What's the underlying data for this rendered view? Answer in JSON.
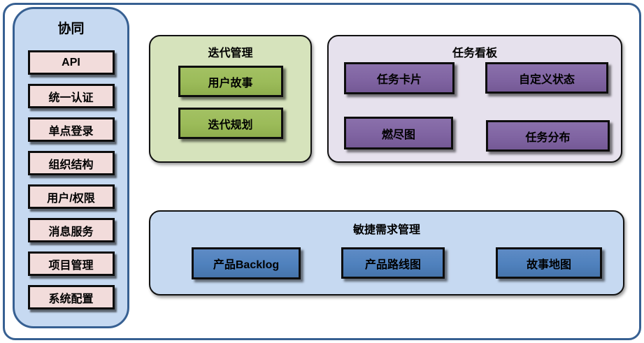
{
  "sidebar": {
    "title": "协同",
    "items": [
      "API",
      "统一认证",
      "单点登录",
      "组织结构",
      "用户/权限",
      "消息服务",
      "项目管理",
      "系统配置"
    ]
  },
  "panels": {
    "iteration": {
      "title": "迭代管理",
      "items": [
        "用户故事",
        "迭代规划"
      ]
    },
    "kanban": {
      "title": "任务看板",
      "items": [
        "任务卡片",
        "自定义状态",
        "燃尽图",
        "任务分布"
      ]
    },
    "requirements": {
      "title": "敏捷需求管理",
      "items": [
        "产品Backlog",
        "产品路线图",
        "故事地图"
      ]
    }
  },
  "colors": {
    "frame_border": "#376092",
    "sidebar_fill": "#c6d9f1",
    "sidebar_item_fill": "#f2dcdb",
    "iteration_panel_fill": "#d6e3bc",
    "iteration_box_fill": "#9bbb59",
    "kanban_panel_fill": "#e6e1ed",
    "kanban_box_fill": "#8064a2",
    "requirements_panel_fill": "#c6d9f1",
    "requirements_box_fill": "#4f81bd",
    "box_border": "#0d0d0d"
  }
}
